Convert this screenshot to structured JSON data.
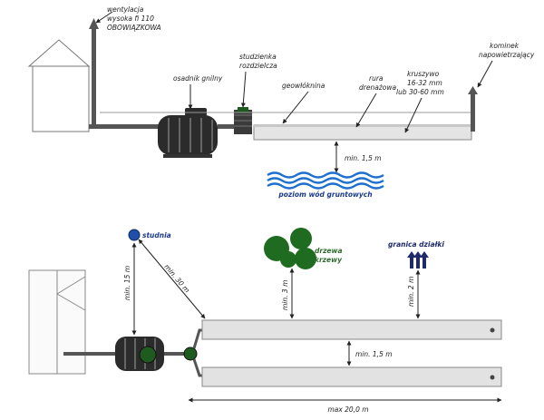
{
  "section_view": {
    "ventilation_label": "wentylacja",
    "ventilation_sub1": "wysoka fi 110",
    "ventilation_sub2": "OBOWIĄZKOWA",
    "septic_tank_label": "osadnik gnilny",
    "distribution_well_label1": "studzienka",
    "distribution_well_label2": "rozdzielcza",
    "geotextile_label": "geowłóknina",
    "drain_pipe_label1": "rura",
    "drain_pipe_label2": "drenażowa",
    "aggregate_label1": "kruszywo",
    "aggregate_label2": "16-32 mm",
    "aggregate_label3": "lub  30-60 mm",
    "vent_chimney_label1": "kominek",
    "vent_chimney_label2": "napowietrzający",
    "min_depth_label": "min. 1,5 m",
    "groundwater_label": "poziom wód gruntowych"
  },
  "plan_view": {
    "well_label": "studnia",
    "trees_label1": "drzewa",
    "trees_label2": "krzewy",
    "plot_border_label": "granica działki",
    "dist_well_vertical": "min. 15 m",
    "dist_well_diagonal": "min. 30 m",
    "dist_trees": "min. 3 m",
    "dist_border": "min. 2 m",
    "dist_between_drains": "min. 1,5 m",
    "max_length": "max 20,0 m"
  },
  "colors": {
    "pipe": "#555555",
    "tank": "#2b2b2b",
    "tank_green": "#1f5a1f",
    "drain": "#e0e0e0",
    "water": "#1d6fd1",
    "well": "#1f4fa8",
    "tree": "#1f6b1f",
    "arrow_navy": "#1f2a6b"
  },
  "icons": [
    "house-icon",
    "septic-tank-icon",
    "well-icon",
    "tree-icon",
    "water-wave-icon",
    "border-arrow-icon"
  ]
}
